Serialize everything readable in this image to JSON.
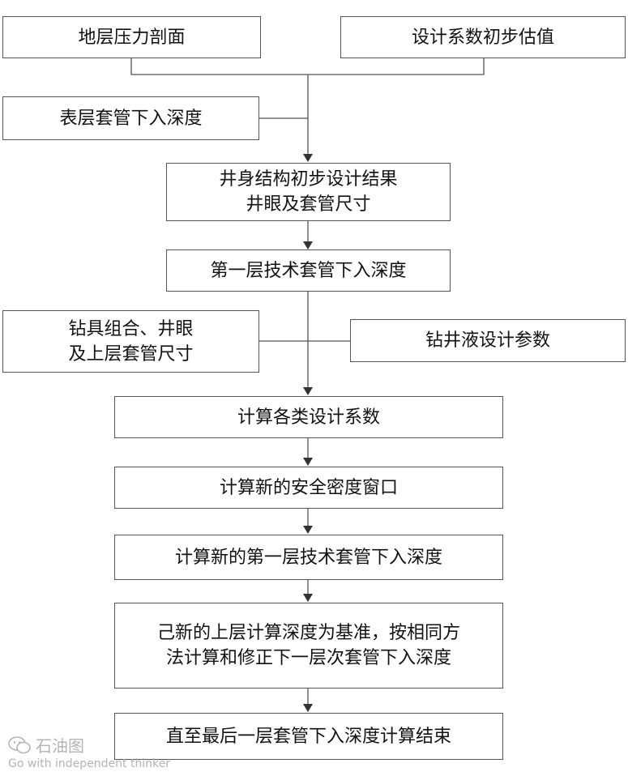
{
  "flowchart": {
    "nodes": {
      "formation_pressure": "地层压力剖面",
      "design_coeff_estimate": "设计系数初步估值",
      "surface_casing_depth": "表层套管下入深度",
      "wellbore_prelim_line1": "井身结构初步设计结果",
      "wellbore_prelim_line2": "井眼及套管尺寸",
      "first_tech_casing_depth": "第一层技术套管下入深度",
      "bha_line1": "钻具组合、井眼",
      "bha_line2": "及上层套管尺寸",
      "drilling_fluid_params": "钻井液设计参数",
      "calc_coefficients": "计算各类设计系数",
      "calc_density_window": "计算新的安全密度窗口",
      "calc_new_first_depth": "计算新的第一层技术套管下入深度",
      "iterate_line1": "己新的上层计算深度为基准，按相同方",
      "iterate_line2": "法计算和修正下一层次套管下入深度",
      "end": "直至最后一层套管下入深度计算结束"
    },
    "edges": [
      [
        "formation_pressure",
        "wellbore_prelim"
      ],
      [
        "design_coeff_estimate",
        "wellbore_prelim"
      ],
      [
        "surface_casing_depth",
        "wellbore_prelim"
      ],
      [
        "wellbore_prelim",
        "first_tech_casing_depth"
      ],
      [
        "first_tech_casing_depth",
        "calc_coefficients"
      ],
      [
        "bha",
        "calc_coefficients"
      ],
      [
        "drilling_fluid_params",
        "calc_coefficients"
      ],
      [
        "calc_coefficients",
        "calc_density_window"
      ],
      [
        "calc_density_window",
        "calc_new_first_depth"
      ],
      [
        "calc_new_first_depth",
        "iterate"
      ],
      [
        "iterate",
        "end"
      ]
    ]
  },
  "watermark": {
    "brand": "石油图",
    "tagline": "Go with independent thinker"
  },
  "colors": {
    "line": "#555555",
    "text": "#111111",
    "watermark": "#b4b4b4"
  }
}
